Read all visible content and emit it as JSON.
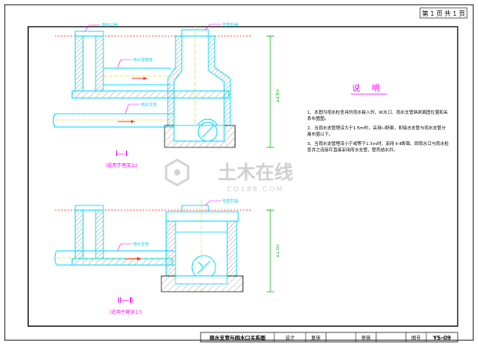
{
  "page_label": "第 1 页  共 1 页",
  "drawing_title": "雨水支管与雨水口关系图",
  "drawing_number": "YS-09",
  "title_block": {
    "design": "设计",
    "review": "复核",
    "check": "审核",
    "number_label": "图号"
  },
  "notes": {
    "heading": "说 明",
    "items": [
      "1、本图为雨水检查井的雨水接入时，W水口、雨水支管纵剖面图位置和关系布置图。",
      "2、当雨水支管埋深大于1.5m时，采用Ⅰ-Ⅰ断面，即接水支管与雨水支管分离布置以下。",
      "3、当雨水支管埋深小于或等于1.5m时，采用 Ⅱ-Ⅱ断面，即雨水口与雨水检查井之连接可直接采用雨水支管，管壳结水井。"
    ]
  },
  "section1": {
    "title": "Ⅰ—Ⅰ",
    "subtitle": "(适用于埋深上)",
    "labels": {
      "grate": "雨水口盖",
      "manhole_cover": "检查井盖",
      "pipe_top": "雨水连接管",
      "branch_pipe": "雨水支管",
      "depth": "≥1.5m"
    }
  },
  "section2": {
    "title": "Ⅱ—Ⅱ",
    "subtitle": "(适用于埋深上)",
    "labels": {
      "manhole_cover": "检查井盖",
      "branch_pipe": "雨水支管",
      "depth": "≤1.5m"
    }
  },
  "watermark": {
    "brand": "土木在线",
    "url": "CO188.COM"
  },
  "colors": {
    "cad_cyan": "#00d8ff",
    "cad_magenta": "#ff00ff",
    "cad_yellow": "#d8d800",
    "cad_red": "#ff2020",
    "cad_green": "#00b000",
    "hatch": "#555555",
    "watermark": "#cfcfcf"
  }
}
